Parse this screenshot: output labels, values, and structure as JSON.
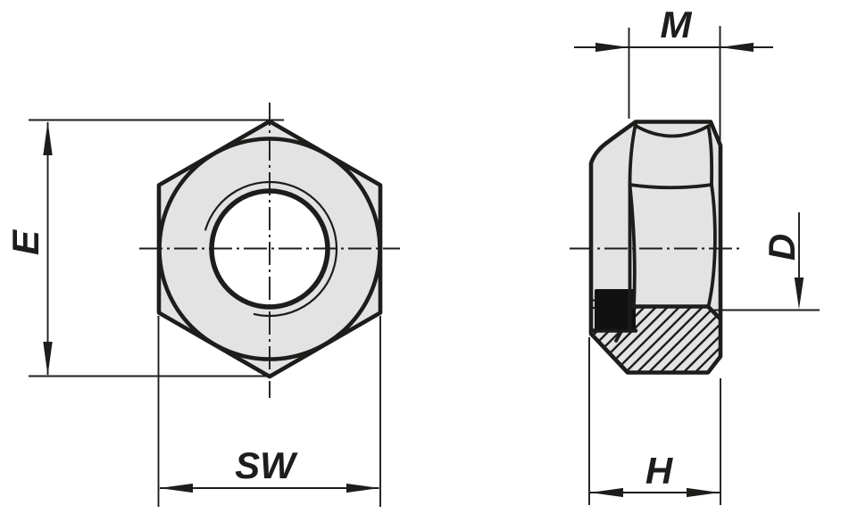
{
  "labels": {
    "width_across_corners": "E",
    "width_across_flats": "SW",
    "thread": "M",
    "height": "H",
    "diameter": "D"
  },
  "colors": {
    "line": "#1d1d1b",
    "fill": "#e3e3e3",
    "insert": "#111111",
    "background": "#ffffff"
  }
}
